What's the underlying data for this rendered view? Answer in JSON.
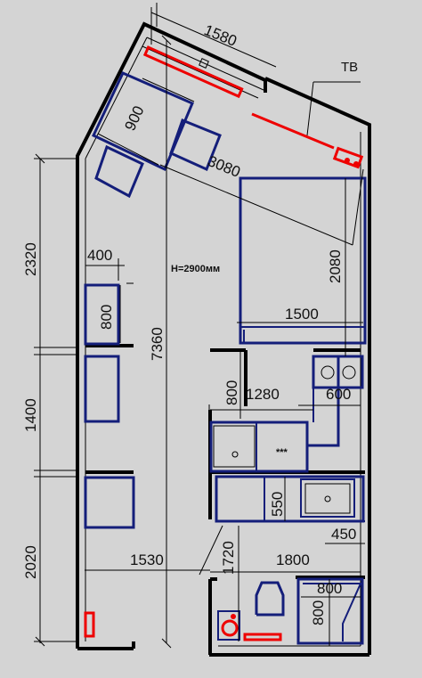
{
  "labels": {
    "tv": "ТВ",
    "ceiling_height": "H=2900мм",
    "stars": "***"
  },
  "dimensions": {
    "window": "1580",
    "desk": "900",
    "diag": "3080",
    "bed_length": "2080",
    "bed_width": "1500",
    "left_top": "2320",
    "left_mid": "1400",
    "left_bottom": "2020",
    "total_height": "7360",
    "wardrobe_depth": "400",
    "wardrobe_len": "800",
    "kitchen_depth": "800",
    "kitchen_len": "1280",
    "fridge": "600",
    "hall_width": "1530",
    "door_h": "1720",
    "bath_width": "1800",
    "sink_depth": "550",
    "sink_w": "450",
    "shower_w": "800",
    "shower_h": "800"
  },
  "colors": {
    "background": "#d4d4d4",
    "furniture": "#141e7a",
    "accent": "#e00000",
    "walls": "#000000"
  }
}
